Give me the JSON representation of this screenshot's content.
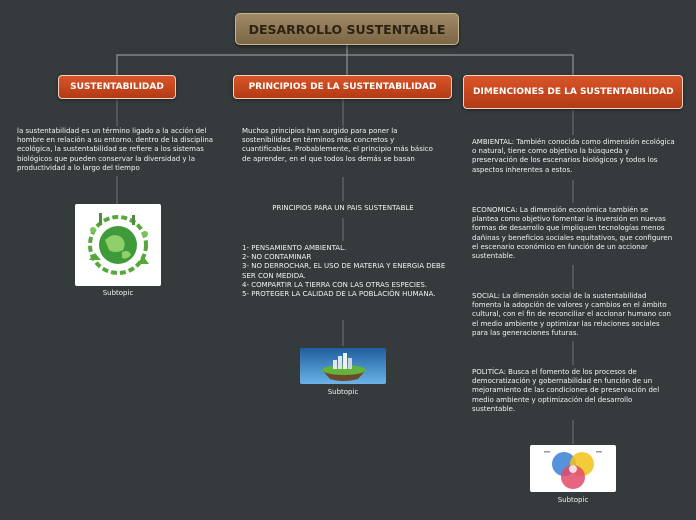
{
  "root": {
    "title": "DESARROLLO SUSTENTABLE"
  },
  "branches": [
    {
      "title": "SUSTENTABILIDAD",
      "text": "la sustentabilidad es un término ligado a la acción del hombre en relación a su entorno. dentro de la disciplina ecológica, la sustentabilidad se refiere a los sistemas biológicos que pueden conservar la diversidad y la productividad a lo largo del tiempo",
      "image_caption": "Subtopic"
    },
    {
      "title": "PRINCIPIOS DE LA SUSTENTABILIDAD",
      "text": "Muchos principios han surgido para poner la sostenibilidad en términos más concretos y cuantificables. Probablemente, el principio más básico de aprender, en el que todos los demás se basan",
      "subheading": "PRINCIPIOS PARA UN PAIS SUSTENTABLE",
      "list": [
        "1- PENSAMIENTO AMBIENTAL.",
        "2- NO CONTAMINAR",
        "3- NO DERROCHAR, EL USO DE MATERIA Y ENERGIA DEBE SER CON MEDIDA.",
        "4- COMPARTIR LA TIERRA CON LAS OTRAS ESPECIES.",
        "5- PROTEGER LA CALIDAD DE LA POBLACIÓN HUMANA."
      ],
      "image_caption": "Subtopic"
    },
    {
      "title": "DIMENCIONES DE LA SUSTENTABILIDAD",
      "items": [
        "AMBIENTAL: También conocida como dimensión ecológica o natural, tiene como objetivo la búsqueda y preservación de los escenarios biológicos y todos los aspectos inherentes a estos.",
        "ECONOMICA: La dimensión económica también se plantea como objetivo fomentar la inversión en nuevas formas de desarrollo que impliquen tecnologías menos dañinas y beneficios sociales equitativos, que configuren el escenario económico en función de un accionar sustentable.",
        "SOCIAL: La dimensión social de la sustentabilidad fomenta la adopción de valores y cambios en el ámbito cultural, con el fin de reconciliar el accionar humano con el medio ambiente y optimizar las relaciones sociales para las generaciones futuras.",
        "POLITÍCA: Busca el fomento de los procesos de democratización y gobernabilidad en función de un mejoramiento de las condiciones de preservación del medio ambiente y optimización del desarrollo sustentable."
      ],
      "image_caption": "Subtopic"
    }
  ],
  "colors": {
    "background": "#353b3c",
    "root": "#8b7553",
    "branch": "#c9461d",
    "connector": "#8f9596"
  },
  "icons": [
    "green-earth-icon",
    "floating-island-icon",
    "venn-diagram-icon"
  ]
}
